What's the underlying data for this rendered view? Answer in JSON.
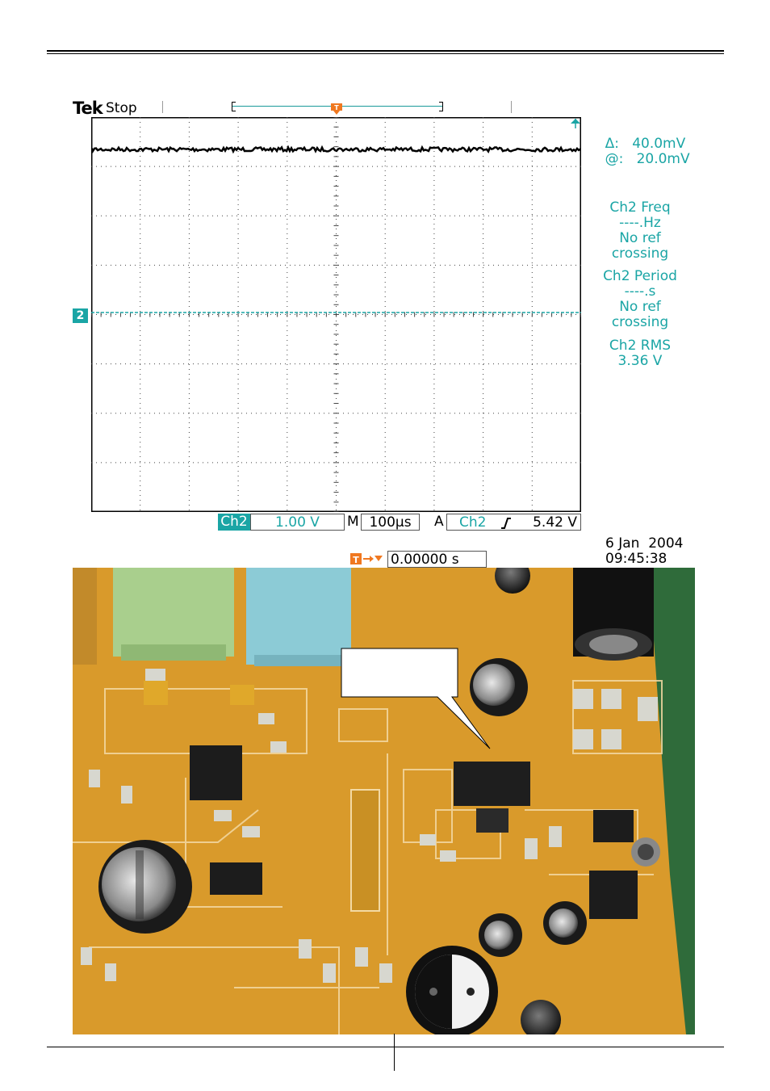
{
  "scope": {
    "brand": "Tek",
    "status": "Stop",
    "trigger_marker": "T",
    "channel_marker": "2",
    "delta_label": "Δ:",
    "delta_value": "40.0mV",
    "at_label": "@:",
    "at_value": "20.0mV",
    "measurements": [
      {
        "title": "Ch2 Freq",
        "value": "----.Hz",
        "note1": "No ref",
        "note2": "crossing"
      },
      {
        "title": "Ch2 Period",
        "value": "----.s",
        "note1": "No ref",
        "note2": "crossing"
      },
      {
        "title": "Ch2 RMS",
        "value": "3.36 V"
      }
    ],
    "channel_label": "Ch2",
    "volts_per_div": "1.00 V",
    "time_label": "M",
    "time_per_div": "100µs",
    "trigger_mode_label": "A",
    "trigger_source": "Ch2",
    "trigger_level": "5.42 V",
    "date": "6 Jan  2004",
    "time": "09:45:38",
    "trigger_position": "0.00000 s"
  },
  "colors": {
    "trace": "#1aa5a5",
    "trigger": "#f07820",
    "board": "#d99a2b"
  }
}
